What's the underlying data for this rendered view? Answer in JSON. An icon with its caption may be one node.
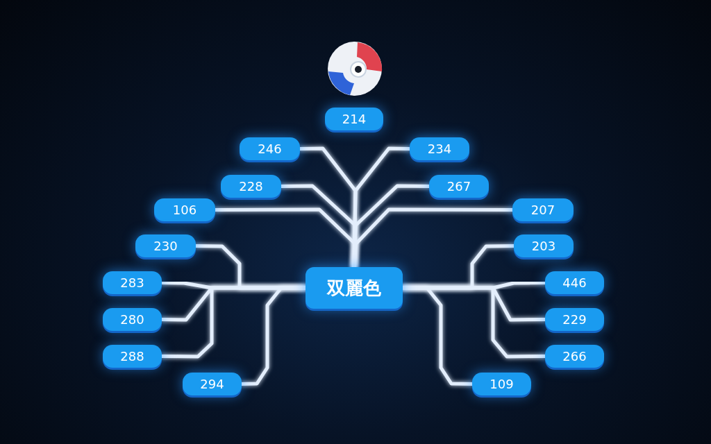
{
  "diagram": {
    "nodes": [
      {
        "text": [
          "双麗色"
        ]
      },
      {
        "text": [
          "214"
        ]
      },
      {
        "text": [
          "246"
        ]
      },
      {
        "text": [
          "234"
        ]
      },
      {
        "text": [
          "228"
        ]
      },
      {
        "text": [
          "267"
        ]
      },
      {
        "text": [
          "106"
        ]
      },
      {
        "text": [
          "207"
        ]
      },
      {
        "text": [
          "230"
        ]
      },
      {
        "text": [
          "203"
        ]
      },
      {
        "text": [
          "283"
        ]
      },
      {
        "text": [
          "446"
        ]
      },
      {
        "text": [
          "280"
        ]
      },
      {
        "text": [
          "229"
        ]
      },
      {
        "text": [
          "288"
        ]
      },
      {
        "text": [
          "266"
        ]
      },
      {
        "text": [
          "294"
        ]
      },
      {
        "text": [
          "109"
        ]
      }
    ],
    "edges": [
      {
        "from": 1,
        "to": 0,
        "arrow": "none"
      },
      {
        "from": 2,
        "to": 0,
        "arrow": "none"
      },
      {
        "from": 3,
        "to": 0,
        "arrow": "none"
      },
      {
        "from": 4,
        "to": 0,
        "arrow": "none"
      },
      {
        "from": 5,
        "to": 0,
        "arrow": "none"
      },
      {
        "from": 6,
        "to": 0,
        "arrow": "none"
      },
      {
        "from": 7,
        "to": 0,
        "arrow": "none"
      },
      {
        "from": 8,
        "to": 0,
        "arrow": "none"
      },
      {
        "from": 9,
        "to": 0,
        "arrow": "none"
      },
      {
        "from": 10,
        "to": 0,
        "arrow": "none"
      },
      {
        "from": 11,
        "to": 0,
        "arrow": "none"
      },
      {
        "from": 12,
        "to": 0,
        "arrow": "none"
      },
      {
        "from": 13,
        "to": 0,
        "arrow": "none"
      },
      {
        "from": 14,
        "to": 0,
        "arrow": "none"
      },
      {
        "from": 15,
        "to": 0,
        "arrow": "none"
      },
      {
        "from": 16,
        "to": 0,
        "arrow": "none"
      },
      {
        "from": 17,
        "to": 0,
        "arrow": "none"
      }
    ]
  }
}
